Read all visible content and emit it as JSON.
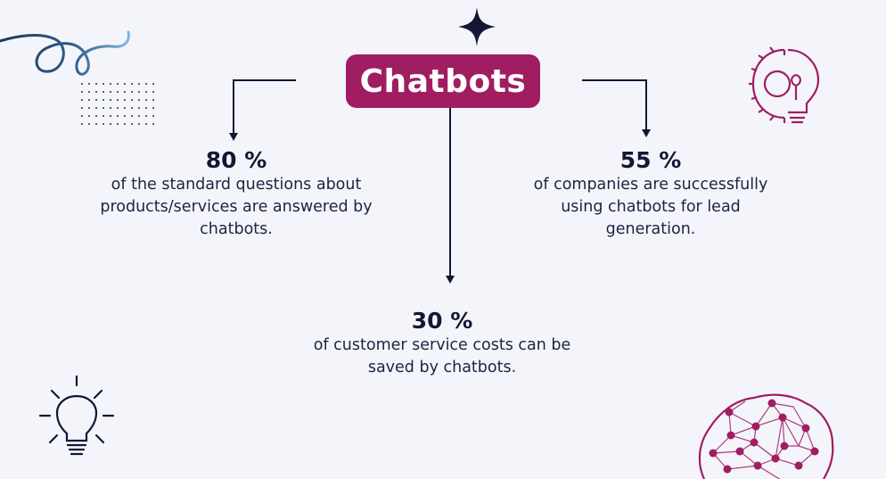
{
  "title": "Chatbots",
  "stats": [
    {
      "value": "80 %",
      "description": "of the standard questions about products/services are answered by chatbots."
    },
    {
      "value": "55 %",
      "description": "of companies are successfully using chatbots for lead generation."
    },
    {
      "value": "30 %",
      "description": "of customer service costs can be saved by chatbots."
    }
  ],
  "colors": {
    "background": "#f4f5fb",
    "accent": "#a01d62",
    "ink": "#141733",
    "swirl_start": "#1e3a5f",
    "swirl_end": "#7ab6e0"
  },
  "icons": [
    "sparkle-icon",
    "swirl-doodle-icon",
    "dot-grid-icon",
    "gear-lightbulb-icon",
    "lightbulb-icon",
    "brain-network-icon"
  ]
}
